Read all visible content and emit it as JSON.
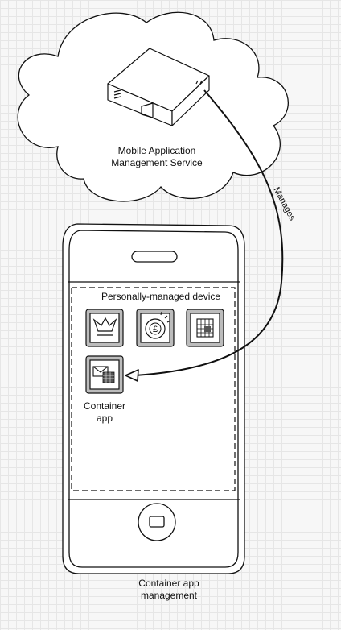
{
  "labels": {
    "cloud_line1": "Mobile Application",
    "cloud_line2": "Management Service",
    "manages": "Manages",
    "device": "Personally-managed device",
    "container_line1": "Container",
    "container_line2": "app",
    "caption_line1": "Container app",
    "caption_line2": "management"
  },
  "icons": [
    "crown-app-icon",
    "pound-coin-app-icon",
    "calendar-app-icon",
    "mail-container-app-icon",
    "server-icon",
    "cloud-icon",
    "smartphone-icon",
    "home-button-icon"
  ],
  "colors": {
    "ink": "#111111",
    "fill": "#ffffff",
    "icon_bg": "#bcbcbc",
    "background": "#f7f7f7"
  }
}
